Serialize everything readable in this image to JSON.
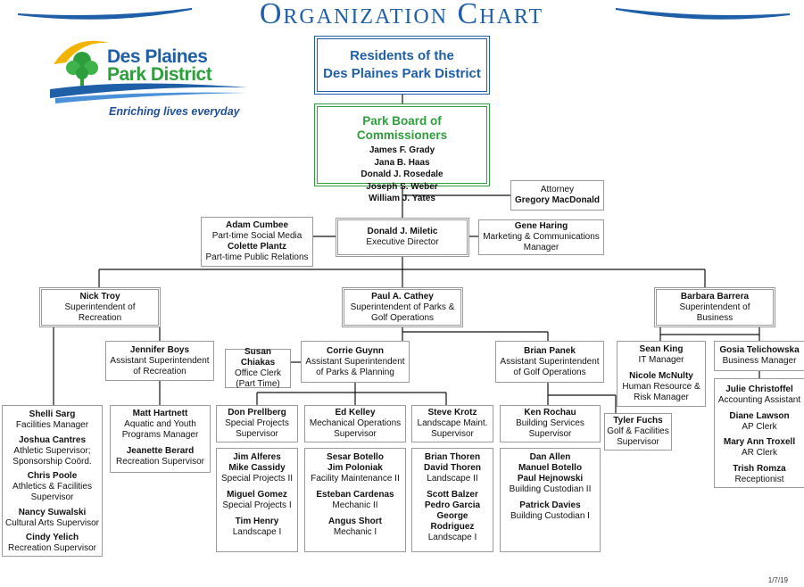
{
  "title": "Organization Chart",
  "logo": {
    "line1": "Des Plaines",
    "line2": "Park District",
    "tagline": "Enriching lives everyday"
  },
  "residents": {
    "line1": "Residents of the",
    "line2": "Des Plaines Park District"
  },
  "board": {
    "title": "Park Board of Commissioners",
    "members": [
      "James F. Grady",
      "Jana B. Haas",
      "Donald J. Rosedale",
      "Joseph S. Weber",
      "William J. Yates"
    ]
  },
  "attorney": {
    "role": "Attorney",
    "name": "Gregory MacDonald"
  },
  "cumbee": {
    "name": "Adam Cumbee",
    "role": "Part-time Social Media",
    "name2": "Colette Plantz",
    "role2": "Part-time Public Relations"
  },
  "director": {
    "name": "Donald J. Miletic",
    "role": "Executive Director"
  },
  "haring": {
    "name": "Gene Haring",
    "role1": "Marketing & Communications",
    "role2": "Manager"
  },
  "troy": {
    "name": "Nick Troy",
    "role1": "Superintendent of",
    "role2": "Recreation"
  },
  "cathey": {
    "name": "Paul A. Cathey",
    "role1": "Superintendent of Parks &",
    "role2": "Golf Operations"
  },
  "barrera": {
    "name": "Barbara Barrera",
    "role1": "Superintendent of",
    "role2": "Business"
  },
  "boys": {
    "name": "Jennifer Boys",
    "role1": "Assistant Superintendent",
    "role2": "of Recreation"
  },
  "chiakas": {
    "name": "Susan Chiakas",
    "role1": "Office Clerk",
    "role2": "(Part Time)"
  },
  "guynn": {
    "name": "Corrie Guynn",
    "role1": "Assistant Superintendent",
    "role2": "of Parks & Planning"
  },
  "panek": {
    "name": "Brian Panek",
    "role1": "Assistant Superintendent",
    "role2": "of Golf Operations"
  },
  "king": {
    "name": "Sean King",
    "role": "IT Manager",
    "name2": "Nicole McNulty",
    "role2a": "Human Resource &",
    "role2b": "Risk Manager"
  },
  "telichowska": {
    "name": "Gosia Telichowska",
    "role": "Business Manager"
  },
  "business_staff": [
    {
      "name": "Julie Christoffel",
      "role": "Accounting Assistant"
    },
    {
      "name": "Diane Lawson",
      "role": "AP Clerk"
    },
    {
      "name": "Mary Ann Troxell",
      "role": "AR Clerk"
    },
    {
      "name": "Trish Romza",
      "role": "Receptionist"
    }
  ],
  "rec_staff": {
    "n1": "Shelli Sarg",
    "r1": "Facilities Manager",
    "n2": "Joshua Cantres",
    "r2a": "Athletic Supervisor;",
    "r2b": "Sponsorship Coörd.",
    "n3": "Chris Poole",
    "r3a": "Athletics & Facilities",
    "r3b": "Supervisor",
    "n4": "Nancy Suwalski",
    "r4": "Cultural Arts Supervisor",
    "n5": "Cindy Yelich",
    "r5": "Recreation Supervisor"
  },
  "hartnett": {
    "name": "Matt Hartnett",
    "role1": "Aquatic and Youth",
    "role2": "Programs Manager",
    "name2": "Jeanette Berard",
    "role3": "Recreation Supervisor"
  },
  "prellberg": {
    "name": "Don Prellberg",
    "role1": "Special Projects",
    "role2": "Supervisor"
  },
  "kelley": {
    "name": "Ed Kelley",
    "role1": "Mechanical Operations",
    "role2": "Supervisor"
  },
  "krotz": {
    "name": "Steve Krotz",
    "role1": "Landscape Maint.",
    "role2": "Supervisor"
  },
  "rochau": {
    "name": "Ken Rochau",
    "role1": "Building Services",
    "role2": "Supervisor"
  },
  "fuchs": {
    "name": "Tyler Fuchs",
    "role1": "Golf & Facilities",
    "role2": "Supervisor"
  },
  "prellberg_team": {
    "n1": "Jim Alferes",
    "n2": "Mike Cassidy",
    "r1": "Special Projects II",
    "n3": "Miguel Gomez",
    "r2": "Special Projects I",
    "n4": "Tim Henry",
    "r3": "Landscape I"
  },
  "kelley_team": {
    "n1": "Sesar Botello",
    "n2": "Jim Poloniak",
    "r1": "Facility Maintenance II",
    "n3": "Esteban Cardenas",
    "r2": "Mechanic II",
    "n4": "Angus Short",
    "r3": "Mechanic I"
  },
  "krotz_team": {
    "n1": "Brian Thoren",
    "n2": "David Thoren",
    "r1": "Landscape II",
    "n3": "Scott Balzer",
    "n4": "Pedro Garcia",
    "n5": "George Rodriguez",
    "r2": "Landscape I"
  },
  "rochau_team": {
    "n1": "Dan Allen",
    "n2": "Manuel Botello",
    "n3": "Paul Hejnowski",
    "r1": "Building Custodian II",
    "n4": "Patrick Davies",
    "r2": "Building Custodian I"
  },
  "date": "1/7/19",
  "colors": {
    "title_blue": "#1f5fa8",
    "board_green": "#2e9e3c",
    "border_gray": "#9a9a9a"
  }
}
